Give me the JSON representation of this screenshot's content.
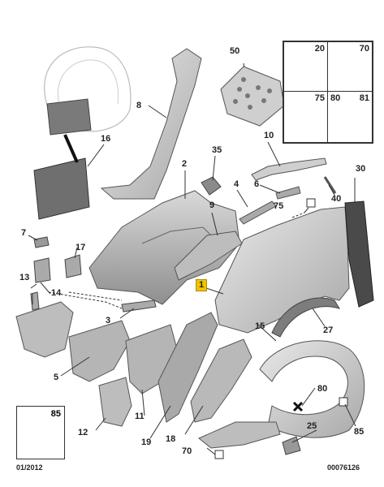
{
  "labels": {
    "l1": "1",
    "l2": "2",
    "l3": "3",
    "l4": "4",
    "l5": "5",
    "l6": "6",
    "l7": "7",
    "l8": "8",
    "l9": "9",
    "l10": "10",
    "l11": "11",
    "l12": "12",
    "l13": "13",
    "l14": "14",
    "l15": "15",
    "l16": "16",
    "l17": "17",
    "l18": "18",
    "l19": "19",
    "l25": "25",
    "l27": "27",
    "l30": "30",
    "l35": "35",
    "l40": "40",
    "l50": "50",
    "l70a": "70",
    "l75a": "75",
    "l80a": "80",
    "l85a": "85"
  },
  "legend_box": {
    "c20": "20",
    "c70": "70",
    "c75": "75",
    "c80": "80",
    "c81": "81"
  },
  "inset_box": {
    "c85": "85"
  },
  "footer": {
    "date": "01/2012",
    "ref": "00076126"
  },
  "colors": {
    "highlight": "#f2c200",
    "part_fill": "#d4d4d4",
    "part_stroke": "#555555",
    "line": "#333333"
  }
}
